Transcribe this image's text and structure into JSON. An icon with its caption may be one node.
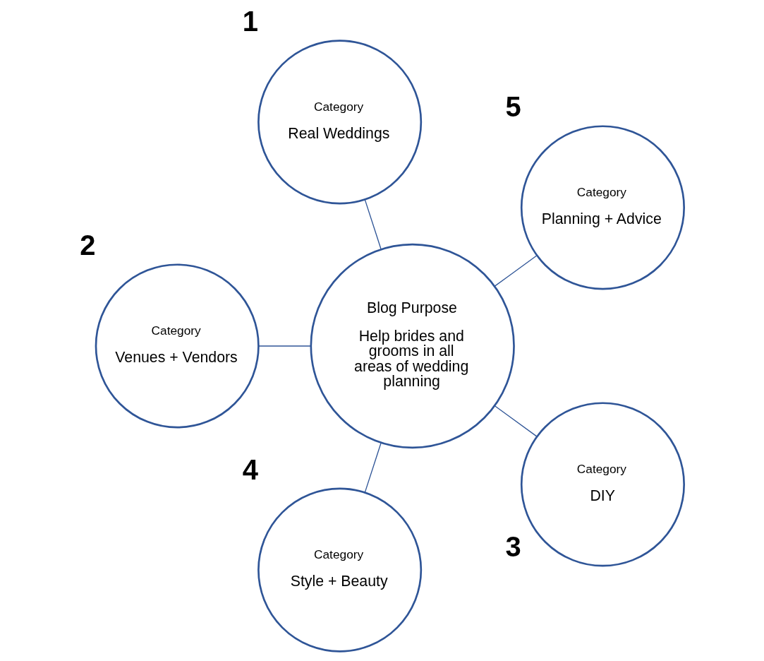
{
  "diagram": {
    "nodes": [
      {
        "text": [
          "Category",
          "Planning + Advice"
        ],
        "beside": [
          "5"
        ]
      },
      {
        "text": [
          "Category",
          "Real Weddings"
        ],
        "beside": [
          "1"
        ]
      },
      {
        "text": [
          "Blog Purpose",
          "Help brides and grooms in all areas of wedding planning"
        ]
      },
      {
        "text": [
          "Category",
          "Venues + Vendors"
        ],
        "beside": [
          "2"
        ]
      },
      {
        "text": [
          "Category",
          "Style + Beauty"
        ],
        "beside": [
          "4"
        ]
      },
      {
        "text": [
          "Category",
          "DIY"
        ],
        "beside": [
          "3"
        ]
      }
    ],
    "edges": [
      {
        "from": 2,
        "to": 0,
        "arrow": "none"
      },
      {
        "from": 2,
        "to": 1,
        "arrow": "none"
      },
      {
        "from": 2,
        "to": 3,
        "arrow": "none"
      },
      {
        "from": 2,
        "to": 5,
        "arrow": "none"
      },
      {
        "from": 2,
        "to": 4,
        "arrow": "none"
      }
    ]
  }
}
